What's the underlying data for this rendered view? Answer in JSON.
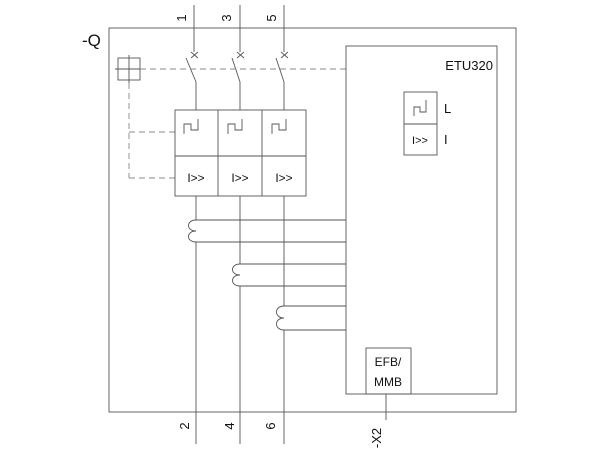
{
  "device": {
    "designation": "-Q"
  },
  "terminals_top": [
    "1",
    "3",
    "5"
  ],
  "terminals_bottom": [
    "2",
    "4",
    "6"
  ],
  "trip_unit": {
    "name": "ETU320",
    "functions": [
      {
        "label": "L",
        "symbol": ""
      },
      {
        "label": "I",
        "symbol": "I>>"
      }
    ]
  },
  "pole_release_label": "I>>",
  "aux_module": {
    "line1": "EFB/",
    "line2": "MMB"
  },
  "connector": {
    "label": "-X2"
  }
}
